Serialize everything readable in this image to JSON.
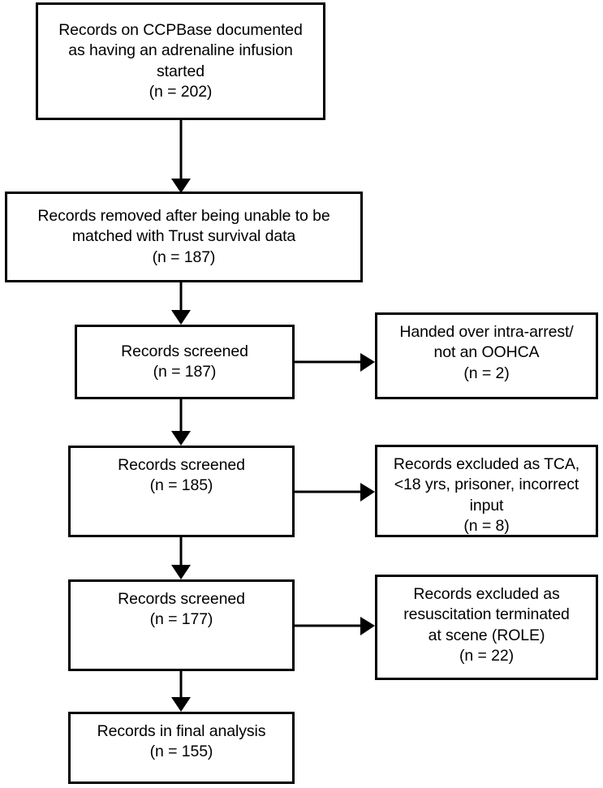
{
  "diagram": {
    "type": "flowchart",
    "orientation": "vertical-with-side-exclusions",
    "style": {
      "box_border_color": "#000000",
      "box_fill_color": "#ffffff",
      "text_color": "#000000",
      "arrow_color": "#000000",
      "background": "#ffffff"
    },
    "nodes": [
      {
        "id": "enrolled",
        "text": "Records on CCPBase documented\nas having an adrenaline infusion\nstarted\n(n = 202)",
        "count_label": "(n = 202)",
        "count": 202,
        "column": "main"
      },
      {
        "id": "removed-unmatched",
        "text": "Records removed after being unable to be\nmatched with Trust survival data\n(n = 187)",
        "count_label": "(n = 187)",
        "count": 187,
        "column": "main"
      },
      {
        "id": "screened-187",
        "text": "Records screened\n(n = 187)",
        "count_label": "(n = 187)",
        "count": 187,
        "column": "main"
      },
      {
        "id": "excluded-handover",
        "text": "Handed over intra-arrest/\nnot an OOHCA\n(n = 2)",
        "count_label": "(n = 2)",
        "count": 2,
        "column": "exclusion"
      },
      {
        "id": "screened-185",
        "text": "Records screened\n(n = 185)",
        "count_label": "(n = 185)",
        "count": 185,
        "column": "main"
      },
      {
        "id": "excluded-tca",
        "text": "Records excluded as TCA,\n<18 yrs, prisoner, incorrect\ninput\n(n = 8)",
        "count_label": "(n = 8)",
        "count": 8,
        "column": "exclusion"
      },
      {
        "id": "screened-177",
        "text": "Records screened\n(n = 177)",
        "count_label": "(n = 177)",
        "count": 177,
        "column": "main"
      },
      {
        "id": "excluded-role",
        "text": "Records excluded as\nresuscitation terminated\nat scene (ROLE)\n(n = 22)",
        "count_label": "(n = 22)",
        "count": 22,
        "column": "exclusion"
      },
      {
        "id": "final-analysis",
        "text": "Records in final analysis\n(n = 155)",
        "count_label": "(n = 155)",
        "count": 155,
        "column": "main"
      }
    ],
    "edges": [
      {
        "from": "enrolled",
        "to": "removed-unmatched",
        "direction": "down"
      },
      {
        "from": "removed-unmatched",
        "to": "screened-187",
        "direction": "down"
      },
      {
        "from": "screened-187",
        "to": "excluded-handover",
        "direction": "right"
      },
      {
        "from": "screened-187",
        "to": "screened-185",
        "direction": "down"
      },
      {
        "from": "screened-185",
        "to": "excluded-tca",
        "direction": "right"
      },
      {
        "from": "screened-185",
        "to": "screened-177",
        "direction": "down"
      },
      {
        "from": "screened-177",
        "to": "excluded-role",
        "direction": "right"
      },
      {
        "from": "screened-177",
        "to": "final-analysis",
        "direction": "down"
      }
    ]
  }
}
